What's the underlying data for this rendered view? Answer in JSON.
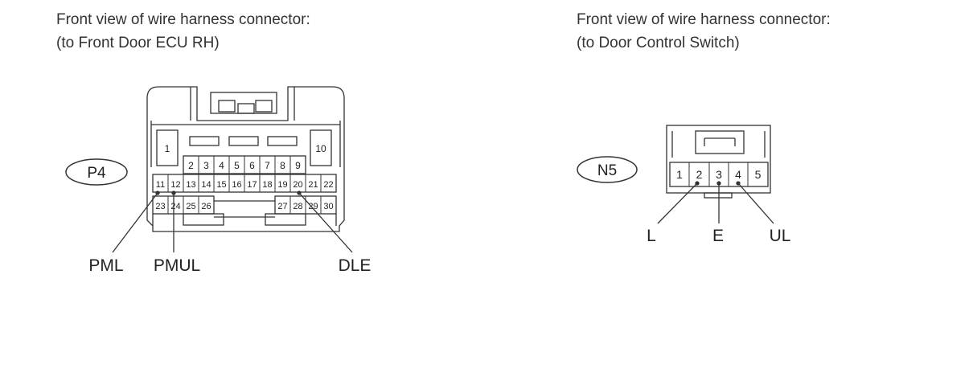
{
  "left": {
    "title_line1": "Front view of wire harness connector:",
    "title_line2": "(to Front Door ECU RH)",
    "connector_id": "P4",
    "pins_top_single": [
      "1",
      "10"
    ],
    "pins_row1": [
      "2",
      "3",
      "4",
      "5",
      "6",
      "7",
      "8",
      "9"
    ],
    "pins_row2": [
      "11",
      "12",
      "13",
      "14",
      "15",
      "16",
      "17",
      "18",
      "19",
      "20",
      "21",
      "22"
    ],
    "pins_row3_left": [
      "23",
      "24",
      "25",
      "26"
    ],
    "pins_row3_right": [
      "27",
      "28",
      "29",
      "30"
    ],
    "labels": [
      "PML",
      "PMUL",
      "DLE"
    ]
  },
  "right": {
    "title_line1": "Front view of wire harness connector:",
    "title_line2": "(to Door Control Switch)",
    "connector_id": "N5",
    "pins": [
      "1",
      "2",
      "3",
      "4",
      "5"
    ],
    "labels": [
      "L",
      "E",
      "UL"
    ]
  }
}
